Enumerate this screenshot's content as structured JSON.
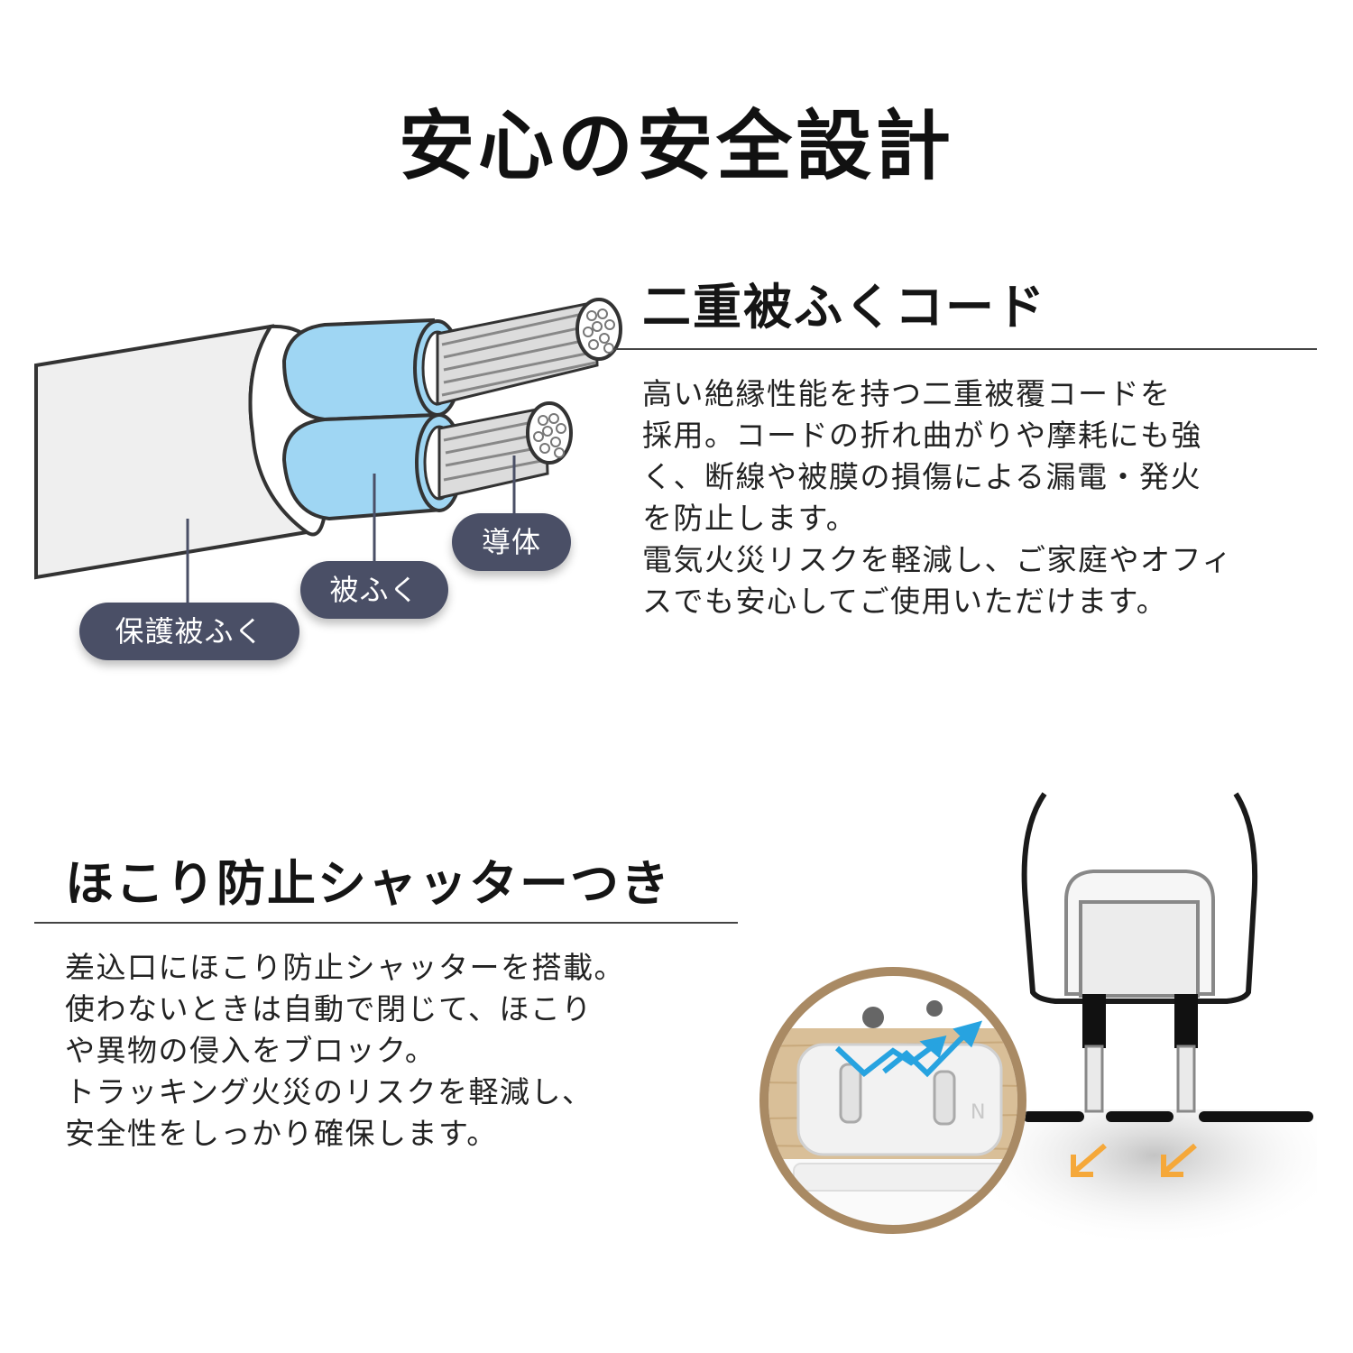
{
  "page": {
    "title": "安心の安全設計"
  },
  "section_cord": {
    "heading": "二重被ふくコード",
    "paragraphs": [
      "高い絶縁性能を持つ二重被覆コードを",
      "採用。コードの折れ曲がりや摩耗にも強",
      "く、断線や被膜の損傷による漏電・発火",
      "を防止します。",
      "電気火災リスクを軽減し、ご家庭やオフィ",
      "スでも安心してご使用いただけます。"
    ],
    "labels": {
      "conductor": "導体",
      "insulation": "被ふく",
      "sheath": "保護被ふく"
    }
  },
  "section_shutter": {
    "heading": "ほこり防止シャッターつき",
    "paragraphs": [
      "差込口にほこり防止シャッターを搭載。",
      "使わないときは自動で閉じて、ほこり",
      "や異物の侵入をブロック。",
      "トラッキング火災のリスクを軽減し、",
      "安全性をしっかり確保します。"
    ],
    "outlet_mark": "N"
  },
  "colors": {
    "insulation_blue": "#9fd6f3",
    "label_bg": "#4a4f66",
    "arrow_blue": "#27a3e0",
    "arrow_orange": "#f5a83a",
    "wood": "#d9bf98"
  }
}
